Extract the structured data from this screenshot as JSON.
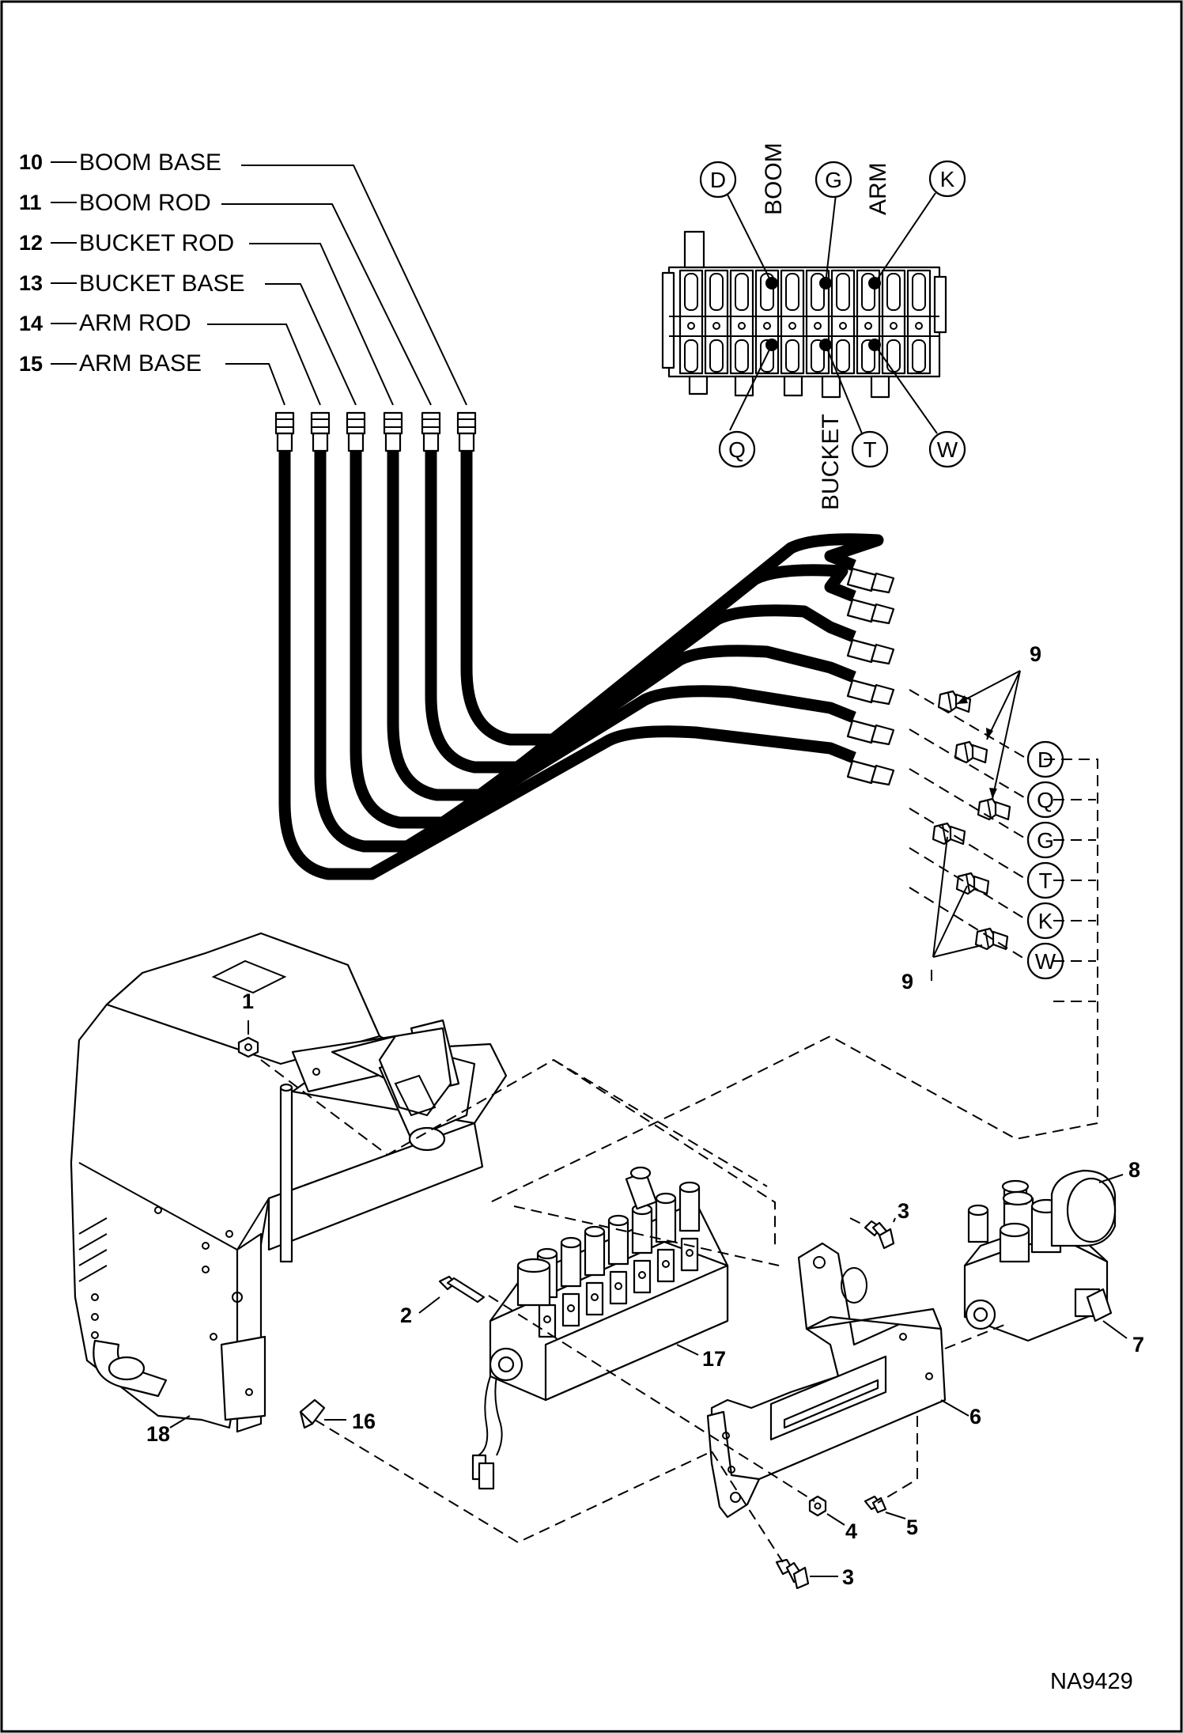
{
  "hose_callouts": [
    {
      "number": "10",
      "label": "BOOM BASE"
    },
    {
      "number": "11",
      "label": "BOOM ROD"
    },
    {
      "number": "12",
      "label": "BUCKET ROD"
    },
    {
      "number": "13",
      "label": "BUCKET BASE"
    },
    {
      "number": "14",
      "label": "ARM ROD"
    },
    {
      "number": "15",
      "label": "ARM BASE"
    }
  ],
  "valve_sections": {
    "boom": "BOOM",
    "arm": "ARM",
    "bucket": "BUCKET"
  },
  "valve_ports_top": [
    "D",
    "G",
    "K"
  ],
  "valve_ports_bottom": [
    "Q",
    "T",
    "W"
  ],
  "hose_end_ports": [
    "D",
    "Q",
    "G",
    "T",
    "K",
    "W"
  ],
  "fitting_callout": "9",
  "part_callouts": {
    "p1": "1",
    "p2": "2",
    "p3a": "3",
    "p3b": "3",
    "p4": "4",
    "p5": "5",
    "p6": "6",
    "p7": "7",
    "p8": "8",
    "p16": "16",
    "p17": "17",
    "p18": "18"
  },
  "drawing_number": "NA9429"
}
